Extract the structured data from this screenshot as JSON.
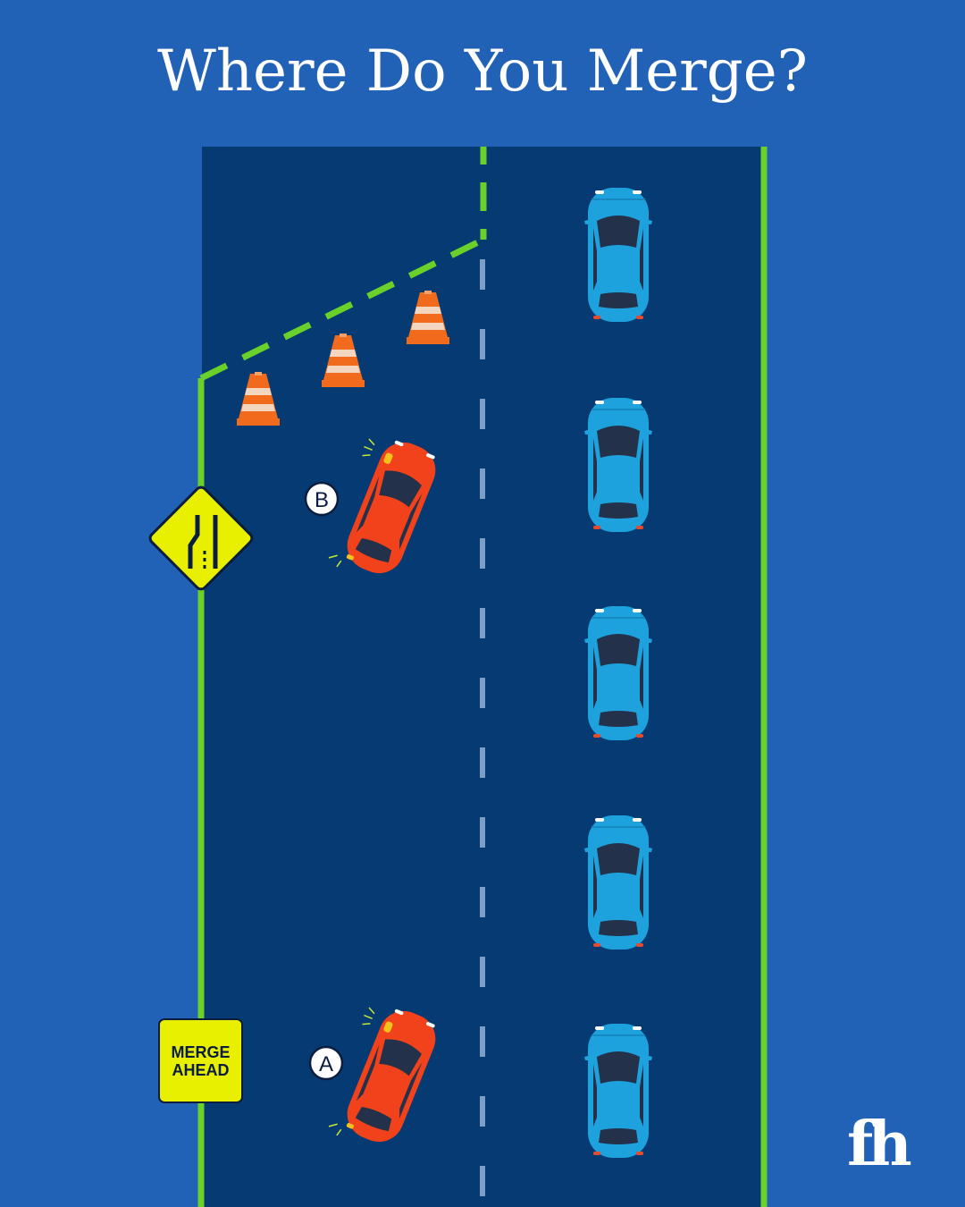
{
  "title": "Where Do You Merge?",
  "merge_sign": {
    "line1": "MERGE",
    "line2": "AHEAD"
  },
  "markers": {
    "a": "A",
    "b": "B"
  },
  "logo": "fh",
  "colors": {
    "background": "#2162b6",
    "road": "#053b72",
    "lane_edge": "#6ad12a",
    "lane_divider": "#7d9fc7",
    "red_car": "#f2421b",
    "blue_car": "#1ea2de",
    "cone_orange": "#f26b1d",
    "sign_yellow": "#e8f000"
  }
}
